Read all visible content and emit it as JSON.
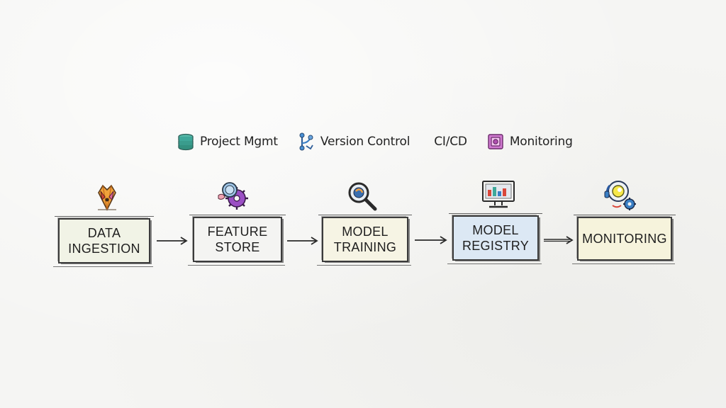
{
  "legend": [
    {
      "label": "Project Mgmt",
      "icon": "stack-icon",
      "color": "#3fa89a"
    },
    {
      "label": "Version Control",
      "icon": "branch-icon",
      "color": "#3a7fc4"
    },
    {
      "label": "CI/CD",
      "icon": "none"
    },
    {
      "label": "Monitoring",
      "icon": "monitor-square-icon",
      "color": "#b04fb0"
    }
  ],
  "pipeline": [
    {
      "label": "DATA INGESTION",
      "line1": "DATA",
      "line2": "INGESTION",
      "icon": "pen-nib-icon",
      "fill": "#f1f3e6"
    },
    {
      "label": "FEATURE STORE",
      "line1": "FEATURE",
      "line2": "STORE",
      "icon": "gear-magnifier-icon",
      "fill": "#f4f4f2"
    },
    {
      "label": "MODEL TRAINING",
      "line1": "MODEL",
      "line2": "TRAINING",
      "icon": "magnifier-icon",
      "fill": "#f6f4e4"
    },
    {
      "label": "MODEL REGISTRY",
      "line1": "MODEL",
      "line2": "REGISTRY",
      "icon": "computer-icon",
      "fill": "#dce8f4"
    },
    {
      "label": "MONITORING",
      "line1": "MONITORING",
      "line2": "",
      "icon": "headset-gear-icon",
      "fill": "#f6f3dc"
    }
  ],
  "colors": {
    "stroke": "#3b3b3b",
    "paper": "#f5f5f3"
  }
}
